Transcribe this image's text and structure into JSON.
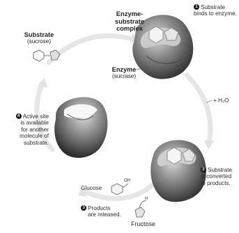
{
  "steps": [
    {
      "number": "1",
      "lines": [
        "Substrate",
        "binds to enzyme."
      ]
    },
    {
      "number": "2",
      "lines": [
        "Substrate",
        "is converted",
        "to products."
      ]
    },
    {
      "number": "3",
      "lines": [
        "Products",
        "are released."
      ]
    },
    {
      "number": "4",
      "lines": [
        "Active site",
        "is available",
        "for another",
        "molecule of",
        "substrate."
      ]
    }
  ],
  "labels": {
    "substrate_title": "Substrate",
    "substrate_sub": "(sucrose)",
    "complex_line1": "Enzyme-",
    "complex_line2": "substrate",
    "complex_line3": "complex",
    "enzyme_title": "Enzyme",
    "enzyme_sub": "(sucrase)",
    "water": "+ H₂O",
    "glucose": "Glucose",
    "fructose": "Fructose",
    "oh": "OH",
    "h": "H"
  },
  "colors": {
    "enzyme_dark": "#4a4a4a",
    "enzyme_light": "#c9c9c9",
    "cycle_arrow": "#e8e8e8",
    "text": "#222222"
  }
}
